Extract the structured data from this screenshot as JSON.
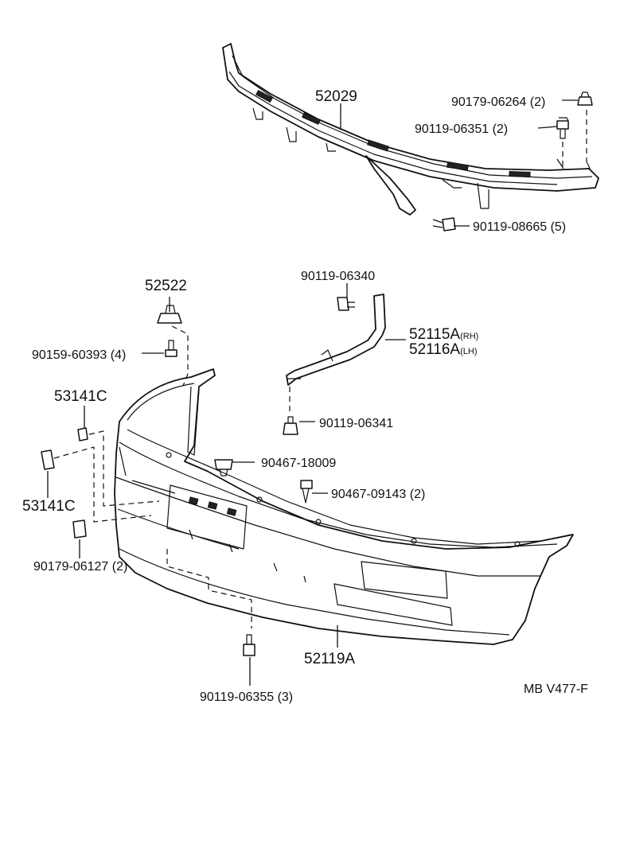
{
  "diagram": {
    "reference_code": "MB V477-F",
    "parts": [
      {
        "id": "reinforcement",
        "number": "52029"
      },
      {
        "id": "nut-top",
        "number": "90179-06264",
        "qty": "(2)"
      },
      {
        "id": "bolt-top-1",
        "number": "90119-06351",
        "qty": "(2)"
      },
      {
        "id": "bolt-top-2",
        "number": "90119-08665",
        "qty": "(5)"
      },
      {
        "id": "support-nut",
        "number": "52522"
      },
      {
        "id": "bolt-left",
        "number": "90159-60393",
        "qty": "(4)"
      },
      {
        "id": "bolt-bracket",
        "number": "90119-06340"
      },
      {
        "id": "bracket-rh",
        "number": "52115A",
        "side": "(RH)"
      },
      {
        "id": "bracket-lh",
        "number": "52116A",
        "side": "(LH)"
      },
      {
        "id": "cover-upper",
        "number": "53141C"
      },
      {
        "id": "cover-lower",
        "number": "53141C"
      },
      {
        "id": "bolt-mid",
        "number": "90119-06341"
      },
      {
        "id": "clip-1",
        "number": "90467-18009"
      },
      {
        "id": "clip-2",
        "number": "90467-09143",
        "qty": "(2)"
      },
      {
        "id": "nut-left",
        "number": "90179-06127",
        "qty": "(2)"
      },
      {
        "id": "bumper-cover",
        "number": "52119A"
      },
      {
        "id": "bolt-bottom",
        "number": "90119-06355",
        "qty": "(3)"
      }
    ]
  }
}
